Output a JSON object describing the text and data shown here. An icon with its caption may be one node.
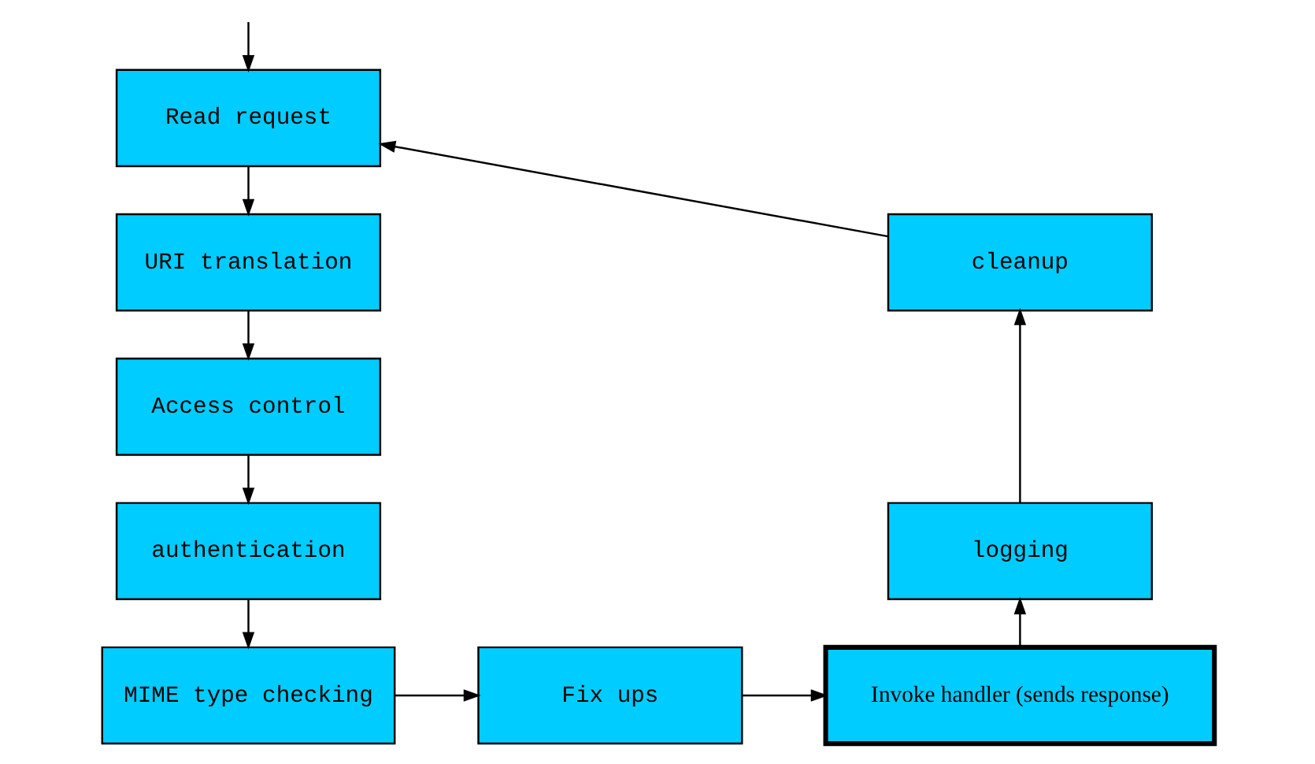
{
  "diagram": {
    "nodes": [
      {
        "text": [
          "Read request"
        ]
      },
      {
        "text": [
          "URI translation"
        ]
      },
      {
        "text": [
          "Access control"
        ]
      },
      {
        "text": [
          "authentication"
        ]
      },
      {
        "text": [
          "MIME type checking"
        ]
      },
      {
        "text": [
          "Fix ups"
        ]
      },
      {
        "text": [
          "Invoke handler (sends response)"
        ]
      },
      {
        "text": [
          "logging"
        ]
      },
      {
        "text": [
          "cleanup"
        ]
      }
    ],
    "edges": [
      {
        "from": null,
        "to": 0,
        "arrow": "to"
      },
      {
        "from": 0,
        "to": 1,
        "arrow": "to"
      },
      {
        "from": 1,
        "to": 2,
        "arrow": "to"
      },
      {
        "from": 2,
        "to": 3,
        "arrow": "to"
      },
      {
        "from": 3,
        "to": 4,
        "arrow": "to"
      },
      {
        "from": 4,
        "to": 5,
        "arrow": "to"
      },
      {
        "from": 5,
        "to": 6,
        "arrow": "to"
      },
      {
        "from": 6,
        "to": 7,
        "arrow": "to"
      },
      {
        "from": 7,
        "to": 8,
        "arrow": "to"
      },
      {
        "from": 8,
        "to": 0,
        "arrow": "to"
      }
    ]
  }
}
